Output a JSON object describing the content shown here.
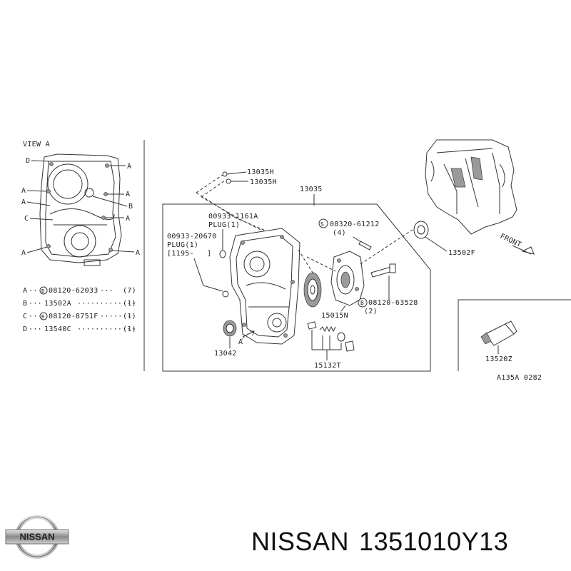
{
  "view_a": {
    "title": "VIEW A",
    "letters": {
      "A": "A",
      "B": "B",
      "C": "C",
      "D": "D"
    },
    "legend": [
      {
        "key": "A",
        "circled": "B",
        "part": "08120-62033",
        "dots": "···",
        "qty": "(7)"
      },
      {
        "key": "B",
        "circled": "",
        "part": "13502A",
        "dots": "·············",
        "qty": "(1)"
      },
      {
        "key": "C",
        "circled": "B",
        "part": "08120-8751F",
        "dots": "·······",
        "qty": "(1)"
      },
      {
        "key": "D",
        "circled": "",
        "part": "13540C",
        "dots": "·············",
        "qty": "(1)"
      }
    ]
  },
  "callouts": {
    "p13035H_1": "13035H",
    "p13035H_2": "13035H",
    "p13035": "13035",
    "plug1_num": "00933-1161A",
    "plug1_name": "PLUG(1)",
    "plug2_num": "00933-20670",
    "plug2_name": "PLUG(1)",
    "plug2_bracket": "[1195-",
    "plug2_bracket_end": "]",
    "screw_circled": "S",
    "screw_num": "08320-61212",
    "screw_qty": "(4)",
    "p13502F": "13502F",
    "front": "FRONT",
    "bolt_circled": "B",
    "bolt_num": "08120-63528",
    "bolt_qty": "(2)",
    "p15015N": "15015N",
    "p13042": "13042",
    "view_ref": "A",
    "p15132T": "15132T",
    "p13520Z": "13520Z",
    "diagram_code": "A135A 0282"
  },
  "logo": {
    "text": "NISSAN"
  },
  "footer": {
    "brand": "NISSAN",
    "part_number": "1351010Y13"
  }
}
